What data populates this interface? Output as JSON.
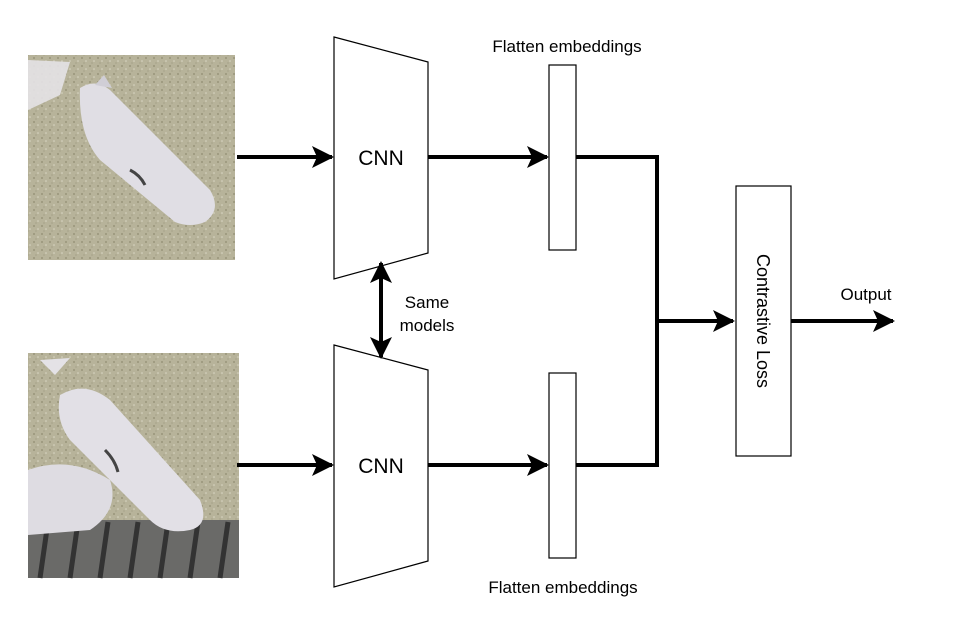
{
  "labels": {
    "cnn_top": "CNN",
    "cnn_bottom": "CNN",
    "embed_top": "Flatten embeddings",
    "embed_bottom": "Flatten embeddings",
    "same_line1": "Same",
    "same_line2": "models",
    "loss": "Contrastive Loss",
    "output": "Output"
  },
  "colors": {
    "line": "#000000",
    "floor": "#b9b59b",
    "pig": "#d8d6dc",
    "grate": "#4a4a4a"
  }
}
